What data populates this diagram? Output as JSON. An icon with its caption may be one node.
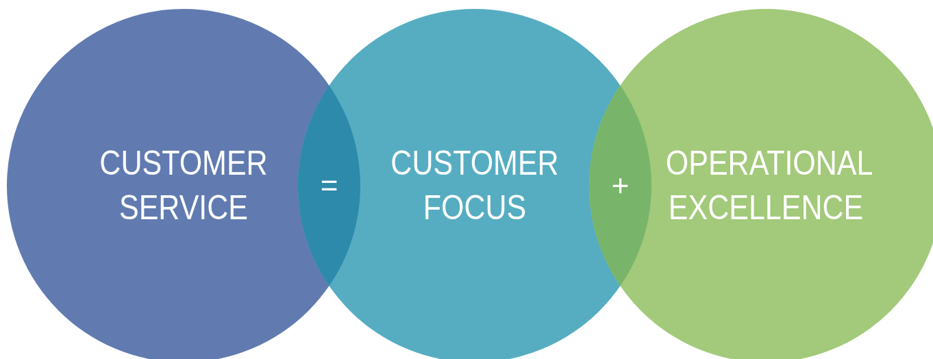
{
  "diagram": {
    "nodes": [
      {
        "text": [
          "CUSTOMER SERVICE"
        ]
      },
      {
        "text": [
          "CUSTOMER FOCUS"
        ]
      },
      {
        "text": [
          "OPERATIONAL EXCELLENCE"
        ]
      }
    ],
    "labels": [
      "=",
      "+"
    ]
  }
}
